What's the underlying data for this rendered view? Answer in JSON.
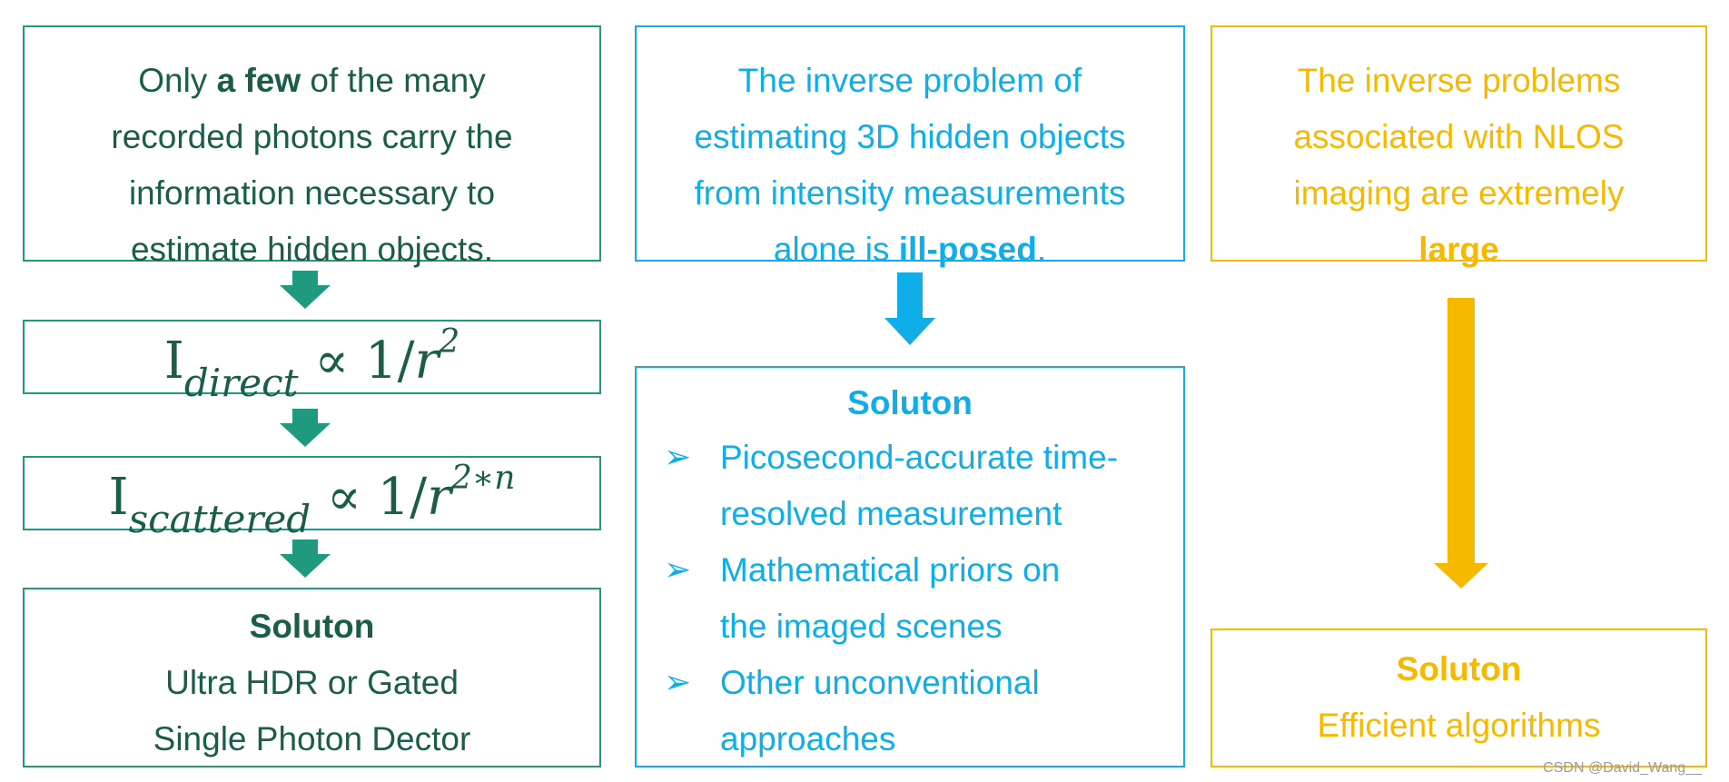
{
  "left": {
    "box1": {
      "lines": [
        "Only ",
        "a few",
        " of the many",
        "recorded photons carry the",
        "information necessary to",
        "estimate hidden objects."
      ]
    },
    "formula1": {
      "base": "I",
      "sub": "direct",
      "rel": " ∝ 1/",
      "var": "r",
      "sup": "2"
    },
    "formula2": {
      "base": "I",
      "sub": "scattered",
      "rel": " ∝ 1/",
      "var": "r",
      "sup": "2∗n"
    },
    "solution": {
      "title": "Soluton",
      "lines": [
        "Ultra HDR or Gated",
        "Single Photon Dector"
      ]
    },
    "color": "#1f9a7e"
  },
  "middle": {
    "box1": {
      "lines": [
        "The inverse problem of",
        "estimating 3D hidden objects",
        "from intensity measurements",
        "alone is ",
        "ill-posed",
        "."
      ]
    },
    "solution": {
      "title": "Soluton",
      "bullet_icon": "arrow-bullet-icon",
      "bullets": [
        [
          "Picosecond-accurate time-",
          "resolved measurement"
        ],
        [
          "Mathematical priors on",
          "the imaged scenes"
        ],
        [
          "Other unconventional",
          "approaches"
        ]
      ]
    },
    "color": "#10aee8"
  },
  "right": {
    "box1": {
      "lines": [
        "The inverse problems",
        "associated with NLOS",
        "imaging are extremely",
        "large"
      ]
    },
    "solution": {
      "title": "Soluton",
      "lines": [
        "Efficient algorithms"
      ]
    },
    "color": "#f7b900"
  },
  "watermark": "CSDN @David_Wang__"
}
